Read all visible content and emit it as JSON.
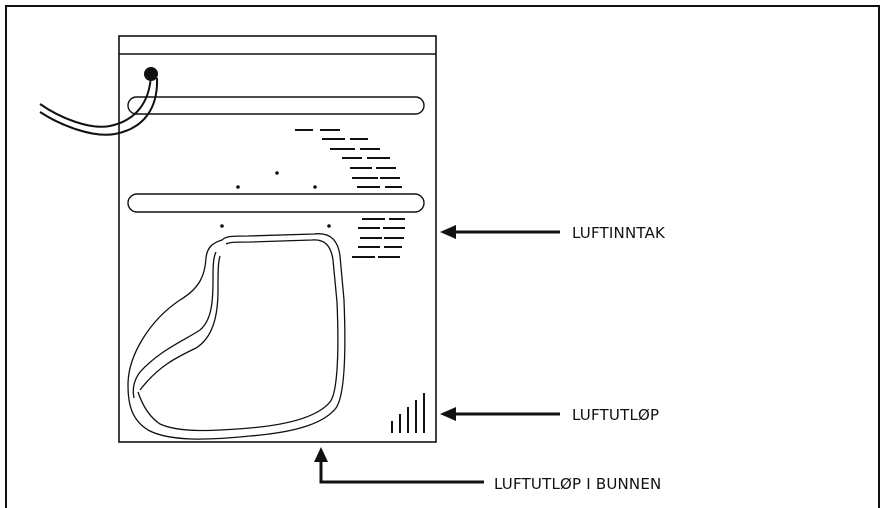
{
  "labels": {
    "air_intake": "LUFTINNTAK",
    "air_outlet": "LUFTUTLØP",
    "air_outlet_bottom": "LUFTUTLØP I BUNNEN"
  },
  "colors": {
    "line": "#111111",
    "background": "#ffffff"
  }
}
